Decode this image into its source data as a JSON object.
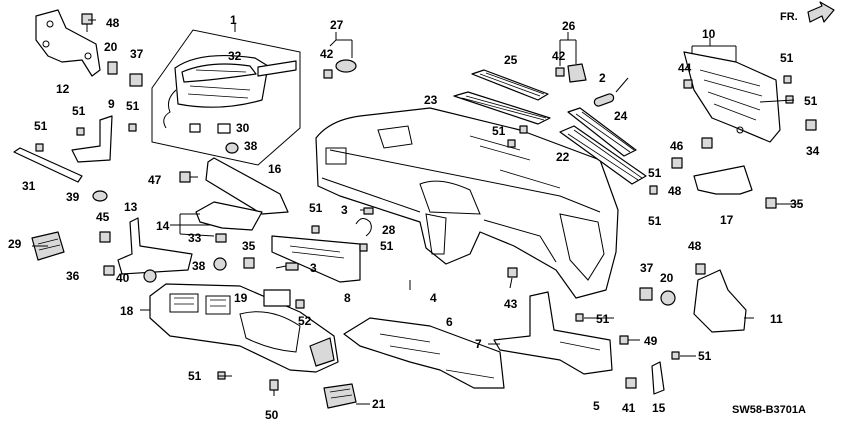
{
  "diagram": {
    "front_label": "FR.",
    "diagram_code": "SW58-B3701A",
    "callouts": [
      {
        "id": "c1",
        "text": "1"
      },
      {
        "id": "c2",
        "text": "2"
      },
      {
        "id": "c3a",
        "text": "3"
      },
      {
        "id": "c3b",
        "text": "3"
      },
      {
        "id": "c4",
        "text": "4"
      },
      {
        "id": "c5",
        "text": "5"
      },
      {
        "id": "c6",
        "text": "6"
      },
      {
        "id": "c7",
        "text": "7"
      },
      {
        "id": "c8",
        "text": "8"
      },
      {
        "id": "c9",
        "text": "9"
      },
      {
        "id": "c10",
        "text": "10"
      },
      {
        "id": "c11",
        "text": "11"
      },
      {
        "id": "c12",
        "text": "12"
      },
      {
        "id": "c13",
        "text": "13"
      },
      {
        "id": "c14",
        "text": "14"
      },
      {
        "id": "c15",
        "text": "15"
      },
      {
        "id": "c16",
        "text": "16"
      },
      {
        "id": "c17",
        "text": "17"
      },
      {
        "id": "c18",
        "text": "18"
      },
      {
        "id": "c19",
        "text": "19"
      },
      {
        "id": "c20a",
        "text": "20"
      },
      {
        "id": "c20b",
        "text": "20"
      },
      {
        "id": "c21",
        "text": "21"
      },
      {
        "id": "c22",
        "text": "22"
      },
      {
        "id": "c23",
        "text": "23"
      },
      {
        "id": "c24",
        "text": "24"
      },
      {
        "id": "c25",
        "text": "25"
      },
      {
        "id": "c26",
        "text": "26"
      },
      {
        "id": "c27",
        "text": "27"
      },
      {
        "id": "c28",
        "text": "28"
      },
      {
        "id": "c29",
        "text": "29"
      },
      {
        "id": "c30",
        "text": "30"
      },
      {
        "id": "c31",
        "text": "31"
      },
      {
        "id": "c32",
        "text": "32"
      },
      {
        "id": "c33",
        "text": "33"
      },
      {
        "id": "c34",
        "text": "34"
      },
      {
        "id": "c35a",
        "text": "35"
      },
      {
        "id": "c35b",
        "text": "35"
      },
      {
        "id": "c36",
        "text": "36"
      },
      {
        "id": "c37a",
        "text": "37"
      },
      {
        "id": "c37b",
        "text": "37"
      },
      {
        "id": "c38a",
        "text": "38"
      },
      {
        "id": "c38b",
        "text": "38"
      },
      {
        "id": "c39",
        "text": "39"
      },
      {
        "id": "c40",
        "text": "40"
      },
      {
        "id": "c41",
        "text": "41"
      },
      {
        "id": "c42a",
        "text": "42"
      },
      {
        "id": "c42b",
        "text": "42"
      },
      {
        "id": "c43",
        "text": "43"
      },
      {
        "id": "c44",
        "text": "44"
      },
      {
        "id": "c45",
        "text": "45"
      },
      {
        "id": "c46",
        "text": "46"
      },
      {
        "id": "c47",
        "text": "47"
      },
      {
        "id": "c48a",
        "text": "48"
      },
      {
        "id": "c48b",
        "text": "48"
      },
      {
        "id": "c48c",
        "text": "48"
      },
      {
        "id": "c49",
        "text": "49"
      },
      {
        "id": "c50",
        "text": "50"
      },
      {
        "id": "c51a",
        "text": "51"
      },
      {
        "id": "c51b",
        "text": "51"
      },
      {
        "id": "c51c",
        "text": "51"
      },
      {
        "id": "c51d",
        "text": "51"
      },
      {
        "id": "c51e",
        "text": "51"
      },
      {
        "id": "c51f",
        "text": "51"
      },
      {
        "id": "c51g",
        "text": "51"
      },
      {
        "id": "c51h",
        "text": "51"
      },
      {
        "id": "c51i",
        "text": "51"
      },
      {
        "id": "c51j",
        "text": "51"
      },
      {
        "id": "c51k",
        "text": "51"
      },
      {
        "id": "c51l",
        "text": "51"
      },
      {
        "id": "c51m",
        "text": "51"
      },
      {
        "id": "c52",
        "text": "52"
      }
    ]
  }
}
